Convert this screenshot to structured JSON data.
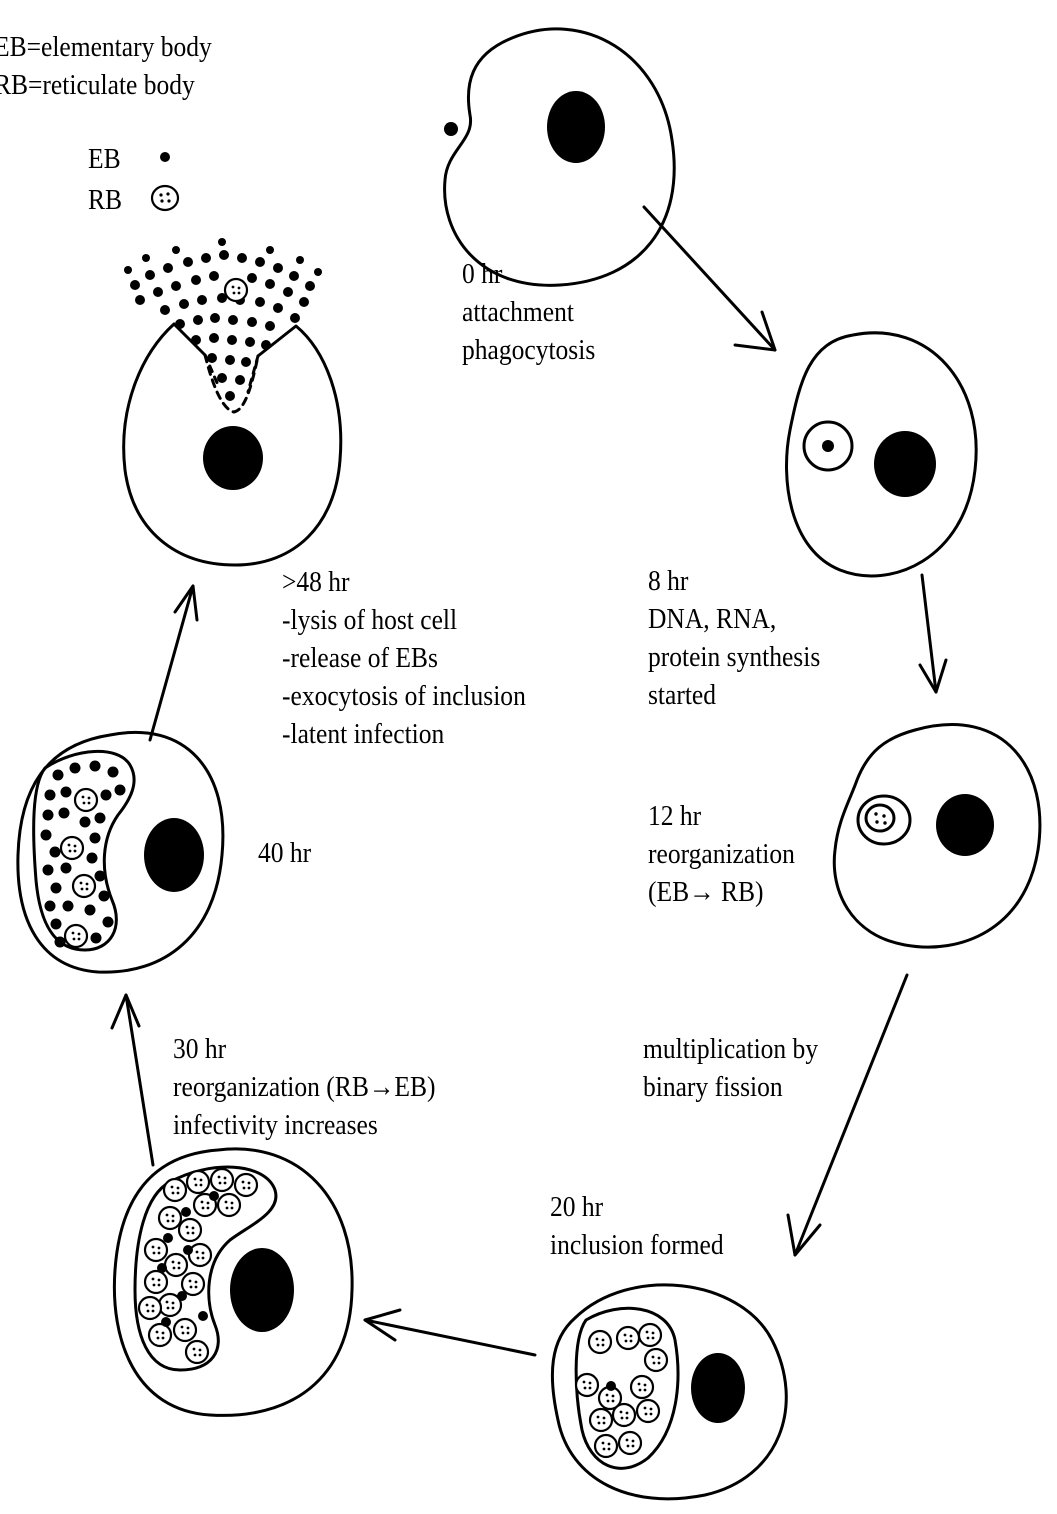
{
  "legend": {
    "definitions": [
      "EB=elementary body",
      "RB=reticulate body"
    ],
    "symbols": [
      {
        "label": "EB",
        "icon": "elementary-body-icon"
      },
      {
        "label": "RB",
        "icon": "reticulate-body-icon"
      }
    ]
  },
  "stages": [
    {
      "id": "0hr",
      "lines": [
        "0 hr",
        "attachment",
        "phagocytosis"
      ]
    },
    {
      "id": "8hr",
      "lines": [
        "8 hr",
        "DNA, RNA,",
        "protein synthesis",
        "started"
      ]
    },
    {
      "id": "12hr",
      "lines": [
        "12 hr",
        "reorganization",
        "(EB→ RB)"
      ]
    },
    {
      "id": "multiplication",
      "lines": [
        "multiplication by",
        "binary fission"
      ]
    },
    {
      "id": "20hr",
      "lines": [
        "20 hr",
        "inclusion formed"
      ]
    },
    {
      "id": "30hr",
      "lines": [
        "30 hr",
        "reorganization (RB→EB)",
        "infectivity increases"
      ]
    },
    {
      "id": "40hr",
      "lines": [
        "40 hr"
      ]
    },
    {
      "id": "48hr",
      "lines": [
        ">48 hr",
        "-lysis of host cell",
        "-release of EBs",
        "-exocytosis of inclusion",
        "-latent infection"
      ]
    }
  ],
  "colors": {
    "ink": "#000000",
    "paper": "#ffffff"
  }
}
